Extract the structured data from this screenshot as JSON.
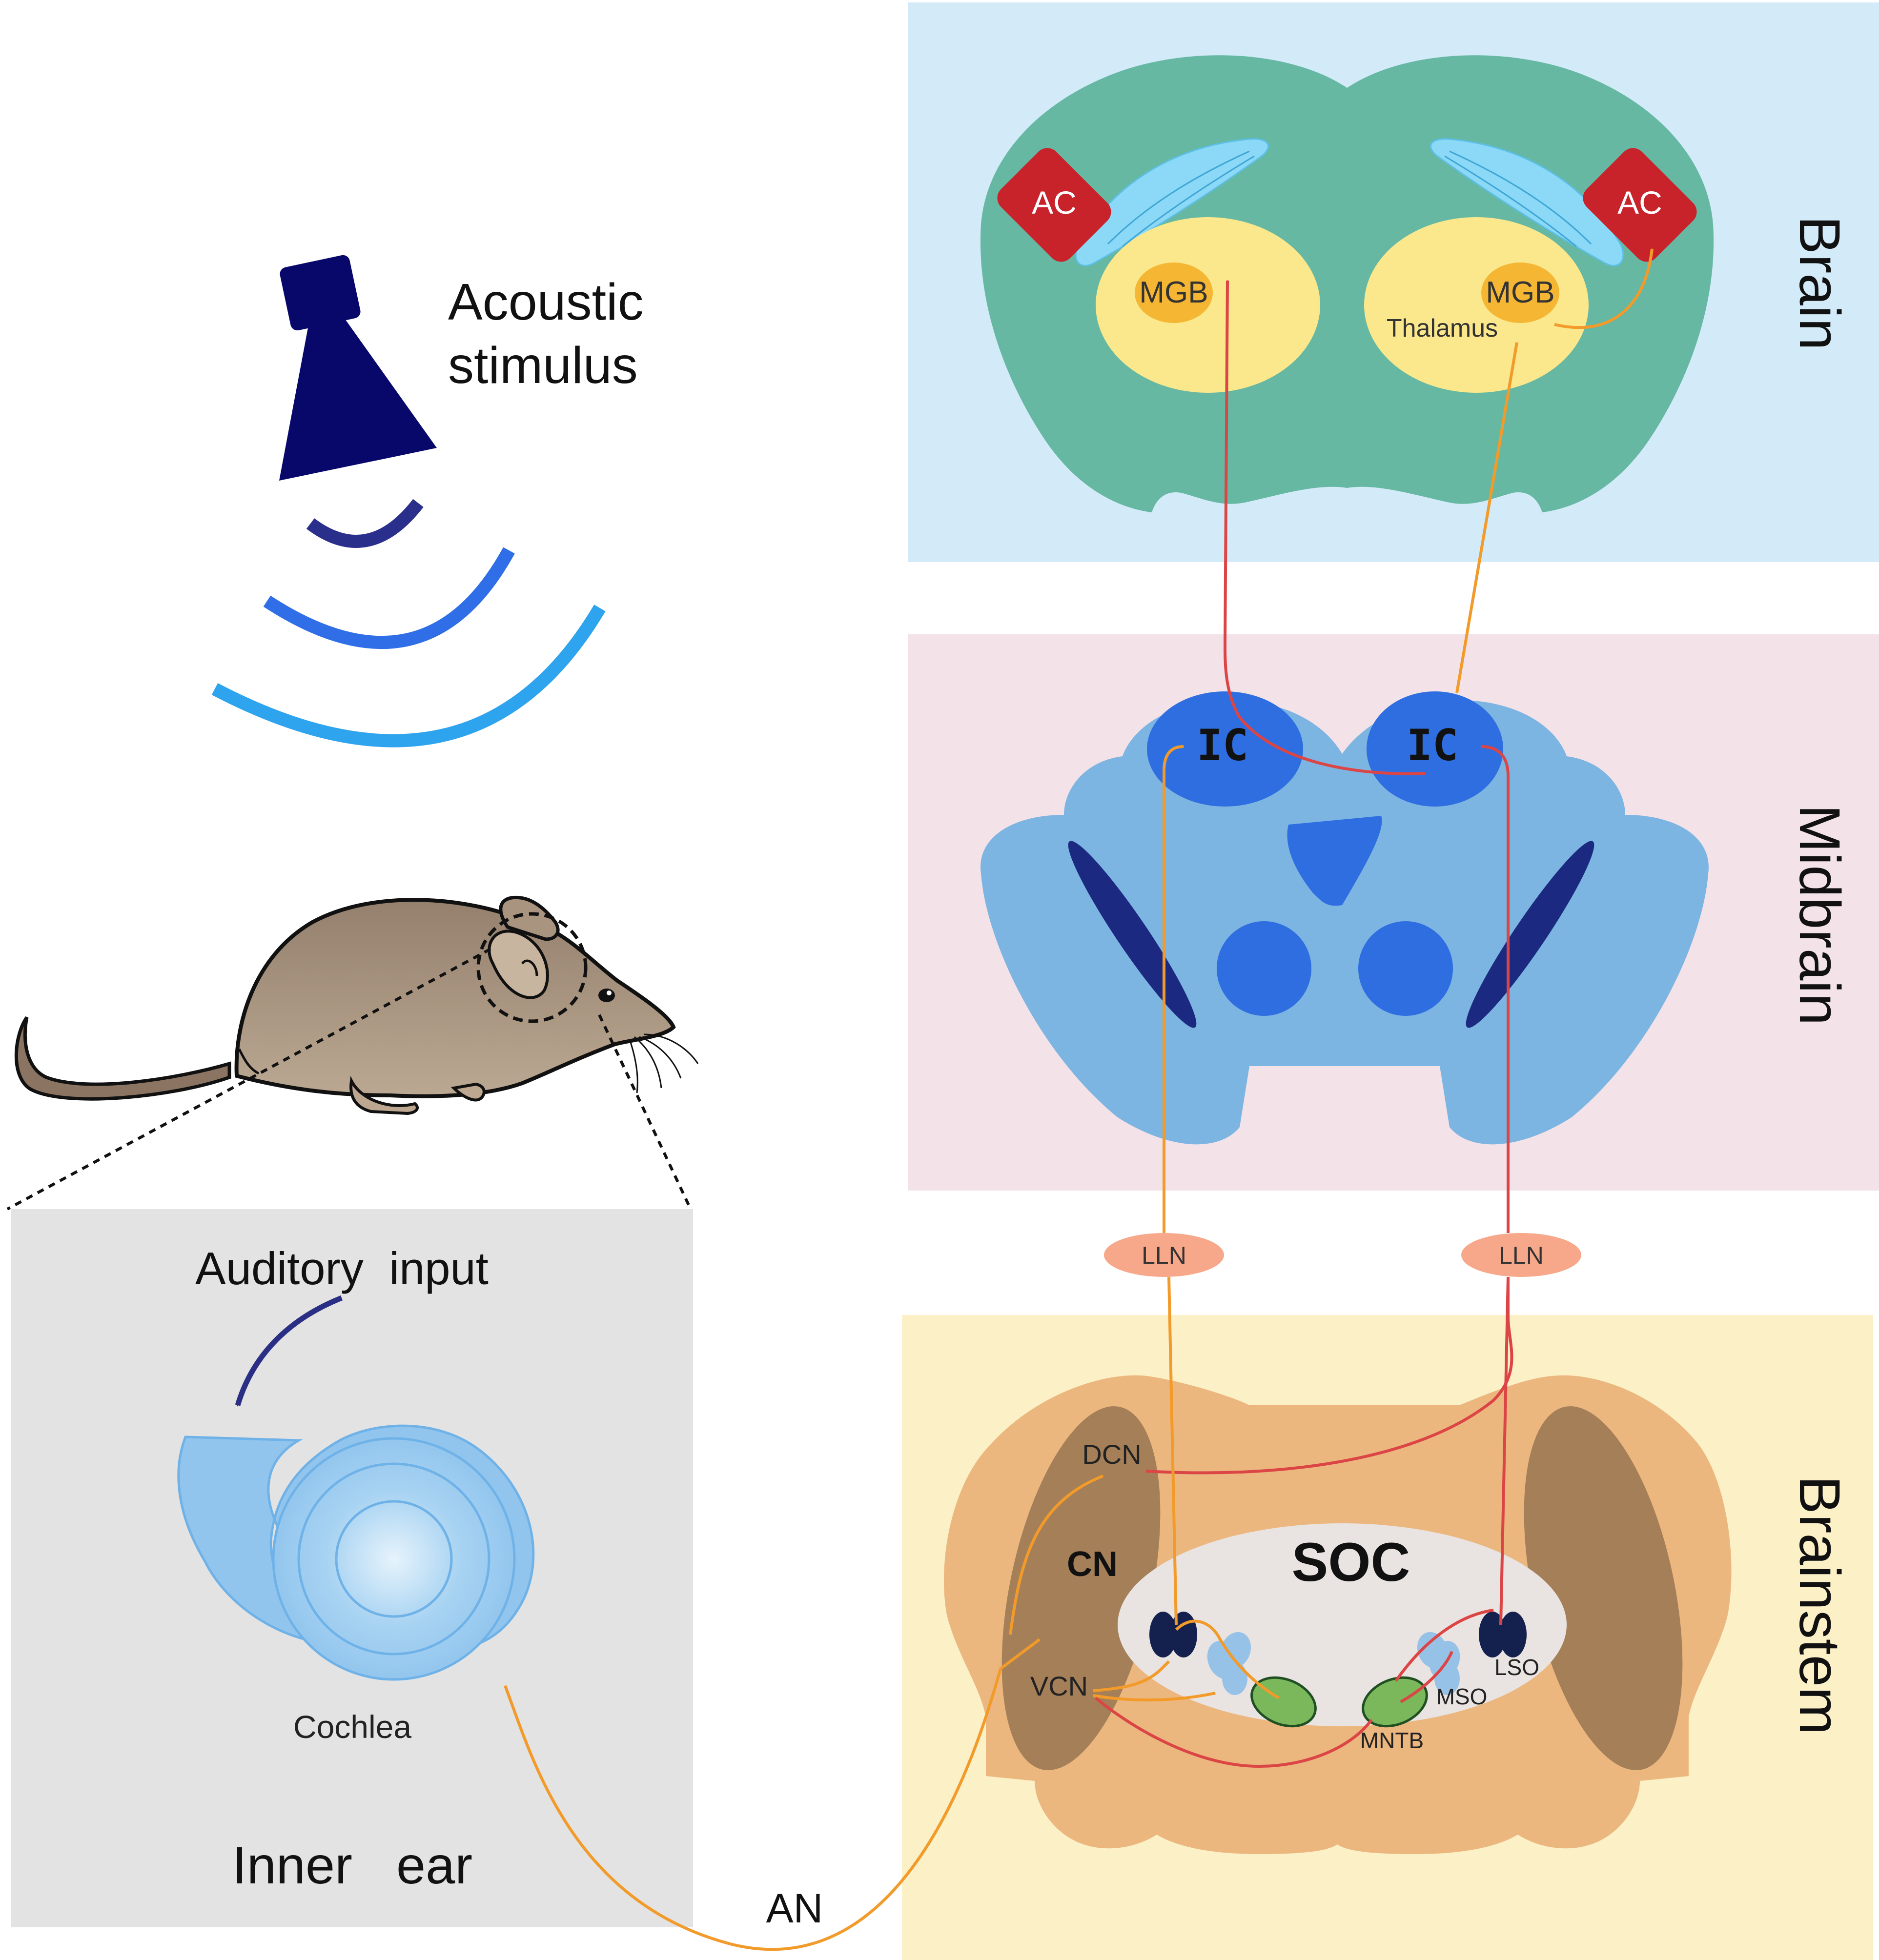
{
  "stimulus": {
    "title_line1": "Acoustic",
    "title_line2": "stimulus",
    "speaker_icon": "speaker-icon",
    "wave_colors": [
      "#2b2f8c",
      "#2f6ee6",
      "#2ea3ee"
    ]
  },
  "inner_ear": {
    "title": "Inner   ear",
    "input_label": "Auditory  input",
    "cochlea_label": "Cochlea",
    "nerve_label": "AN"
  },
  "panels": {
    "brain": "Brain",
    "midbrain": "Midbrain",
    "brainstem": "Brainstem"
  },
  "brain": {
    "ac_left": "AC",
    "ac_right": "AC",
    "mgb_left": "MGB",
    "mgb_right": "MGB",
    "thalamus": "Thalamus"
  },
  "midbrain": {
    "ic_left": "IC",
    "ic_right": "IC"
  },
  "relay": {
    "lln_left": "LLN",
    "lln_right": "LLN"
  },
  "brainstem": {
    "dcn": "DCN",
    "cn": "CN",
    "vcn": "VCN",
    "soc": "SOC",
    "mntb": "MNTB",
    "mso": "MSO",
    "lso": "LSO"
  },
  "colors": {
    "brain_bg": "#d3ebf9",
    "midbrain_bg": "#f3e2e8",
    "brainstem_bg": "#fcf0c7",
    "ear_bg": "#e3e3e3",
    "pathway_orange": "#f29a2a",
    "pathway_red": "#dc4545",
    "ac_red": "#c8222b",
    "mgb_orange": "#f5b634",
    "thalamus_yellow": "#fbe88c",
    "brain_green": "#66b8a3",
    "midbrain_blue": "#7cb4e2",
    "ic_blue": "#2f6ee0"
  }
}
